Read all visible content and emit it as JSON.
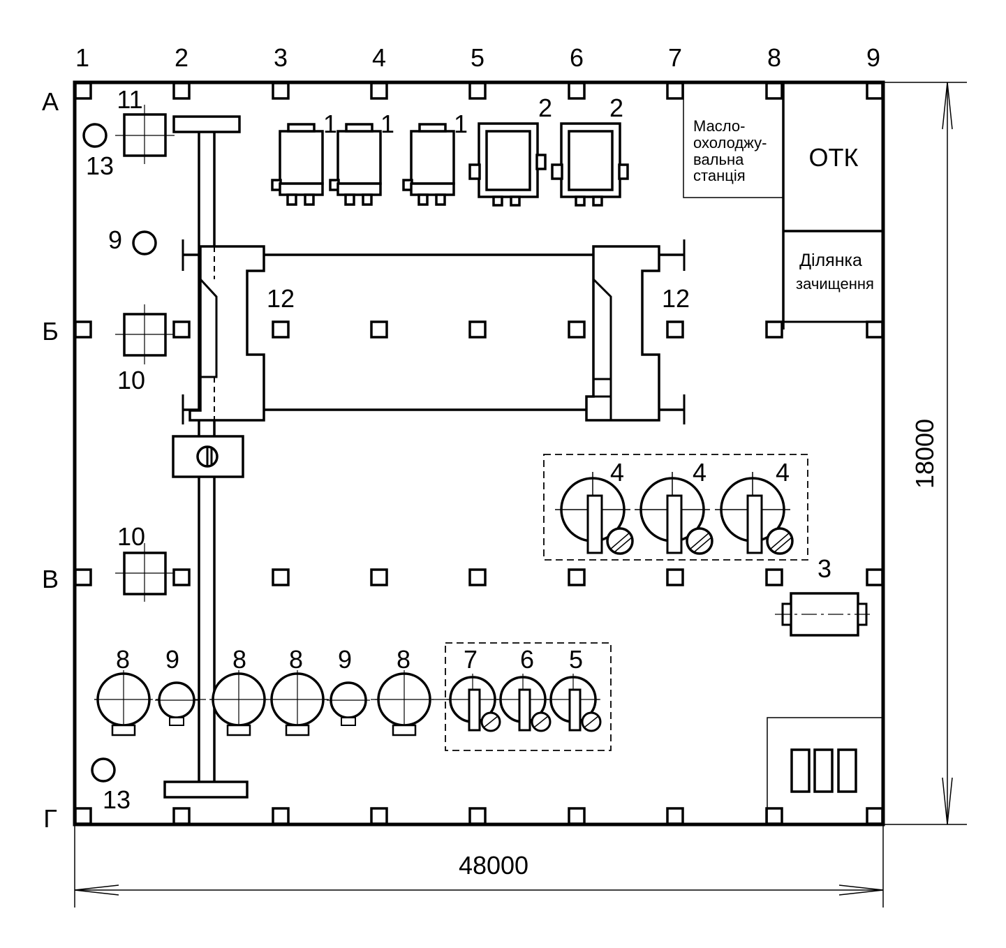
{
  "columns": [
    "1",
    "2",
    "3",
    "4",
    "5",
    "6",
    "7",
    "8",
    "9"
  ],
  "rows": [
    "А",
    "Б",
    "В",
    "Г"
  ],
  "dimensions": {
    "width": "48000",
    "height": "18000"
  },
  "rooms": {
    "oil_station": [
      "Масло-",
      "охолоджу-",
      "вальна",
      "станція"
    ],
    "otk": "ОТК",
    "cleaning": [
      "Ділянка",
      "зачищення"
    ]
  },
  "labels": {
    "eq11": "11",
    "eq13_top": "13",
    "eq13_bottom": "13",
    "eq9_top": "9",
    "eq10_a": "10",
    "eq10_b": "10",
    "eq12_left": "12",
    "eq12_right": "12",
    "eq1_a": "1",
    "eq1_b": "1",
    "eq1_c": "1",
    "eq2_a": "2",
    "eq2_b": "2",
    "eq4_a": "4",
    "eq4_b": "4",
    "eq4_c": "4",
    "eq3": "3",
    "eq8_a": "8",
    "eq9_a": "9",
    "eq8_b": "8",
    "eq8_c": "8",
    "eq9_b": "9",
    "eq8_d": "8",
    "eq7": "7",
    "eq6": "6",
    "eq5": "5"
  }
}
